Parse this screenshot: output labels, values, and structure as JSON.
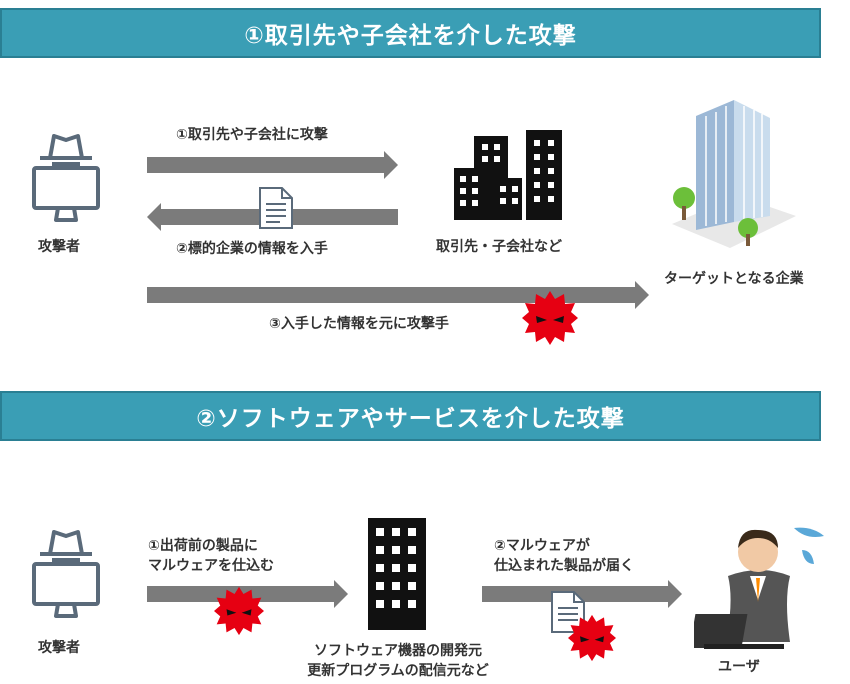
{
  "section1": {
    "title": "①取引先や子会社を介した攻撃",
    "attacker_label": "攻撃者",
    "step1": "①取引先や子会社に攻撃",
    "step2": "②標的企業の情報を入手",
    "step3": "③入手した情報を元に攻撃手",
    "partner_label": "取引先・子会社など",
    "target_label": "ターゲットとなる企業"
  },
  "section2": {
    "title": "②ソフトウェアやサービスを介した攻撃",
    "attacker_label": "攻撃者",
    "step1_line1": "①出荷前の製品に",
    "step1_line2": "マルウェアを仕込む",
    "step2_line1": "②マルウェアが",
    "step2_line2": "仕込まれた製品が届く",
    "vendor_line1": "ソフトウェア機器の開発元",
    "vendor_line2": "更新プログラムの配信元など",
    "user_label": "ユーザ"
  },
  "colors": {
    "banner": "#3a9eb5",
    "arrow": "#7b7b7b",
    "malware": "#e60012",
    "icon_outline": "#5a6a7a"
  }
}
